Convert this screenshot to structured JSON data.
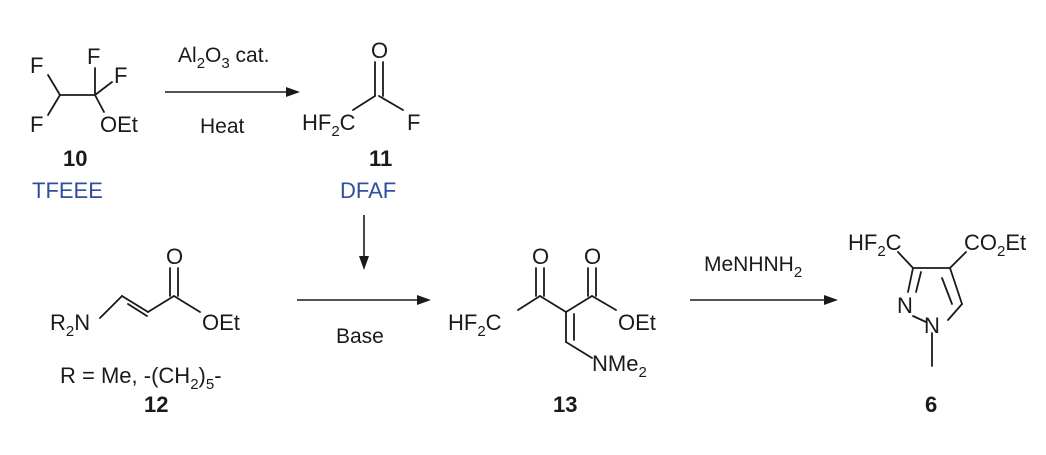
{
  "compounds": {
    "c10": {
      "number": "10",
      "abbr": "TFEEE",
      "atoms": {
        "f_left": "F",
        "f_top": "F",
        "f_right": "F",
        "f_bottom": "F",
        "oet": "OEt"
      }
    },
    "c11": {
      "number": "11",
      "abbr": "DFAF",
      "atoms": {
        "hf": "HF",
        "sub2": "2",
        "c": "C",
        "o": "O",
        "f": "F"
      }
    },
    "c12": {
      "number": "12",
      "atoms": {
        "r": "R",
        "sub2": "2",
        "n": "N",
        "o": "O",
        "oet": "OEt"
      },
      "r_def": {
        "prefix": "R = Me, -(CH",
        "sub": "2",
        "suffix": ")",
        "sub2": "5",
        "end": "-"
      }
    },
    "c13": {
      "number": "13",
      "atoms": {
        "hf": "HF",
        "sub2": "2",
        "c": "C",
        "o1": "O",
        "o2": "O",
        "oet": "OEt",
        "nme": "NMe",
        "nme_sub": "2"
      }
    },
    "c6": {
      "number": "6",
      "atoms": {
        "hf": "HF",
        "sub2": "2",
        "c": "C",
        "co": "CO",
        "co_sub": "2",
        "et": "Et",
        "n1": "N",
        "n2": "N"
      }
    }
  },
  "conditions": {
    "step1": {
      "reagent_prefix": "Al",
      "reagent_sub1": "2",
      "reagent_mid": "O",
      "reagent_sub2": "3",
      "reagent_suffix": " cat.",
      "below": "Heat"
    },
    "step2": {
      "below": "Base"
    },
    "step3": {
      "reagent_prefix": "MeNHNH",
      "reagent_sub": "2"
    }
  }
}
